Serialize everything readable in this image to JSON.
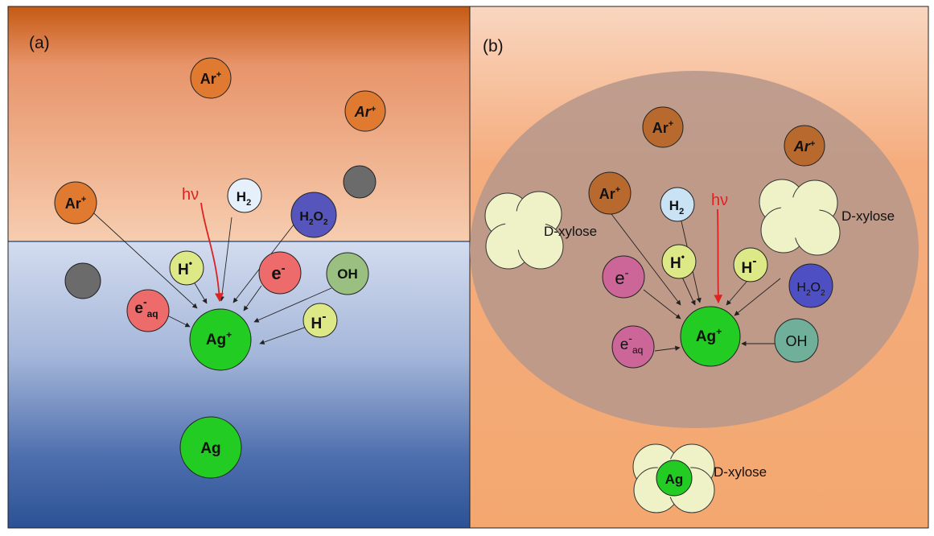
{
  "panel_a": {
    "label": "(a)",
    "species": {
      "ar_1": "Ar",
      "ar_2": "Ar",
      "ar_3": "Ar",
      "ar_charge": "+",
      "hv": "hν",
      "h2_base": "H",
      "h2_sub": "2",
      "h2o2_h": "H",
      "h2o2_sub1": "2",
      "h2o2_o": "O",
      "h2o2_sub2": "2",
      "h_radical": "H",
      "radical_dot": "•",
      "e_minus": "e",
      "minus": "-",
      "oh": "OH",
      "hydride": "H",
      "e_aq_base": "e",
      "e_aq_sub": "aq",
      "ag_ion": "Ag",
      "ag": "Ag"
    }
  },
  "panel_b": {
    "label": "(b)",
    "species": {
      "ar_1": "Ar",
      "ar_2": "Ar",
      "ar_3": "Ar",
      "ar_charge": "+",
      "hv": "hν",
      "h2_base": "H",
      "h2_sub": "2",
      "h2o2_h": "H",
      "h2o2_sub1": "2",
      "h2o2_o": "O",
      "h2o2_sub2": "2",
      "h_radical": "H",
      "radical_dot": "•",
      "e_minus": "e",
      "minus": "-",
      "oh": "OH",
      "hydride": "H",
      "e_aq_base": "e",
      "e_aq_sub": "aq",
      "ag_ion": "Ag",
      "ag": "Ag",
      "xylose_left": "D-xylose",
      "xylose_right": "D-xylose",
      "xylose_bottom": "D-xylose"
    }
  },
  "colors": {
    "argon": "#e07a30",
    "argon_dark": "#b8692e",
    "silver": "#22cc22",
    "gray_particle": "#6b6b6b",
    "h2o2": "#5555bb",
    "electron_a": "#ee6b6b",
    "electron_b": "#cc6699",
    "oh_a": "#99c080",
    "oh_b": "#70b09a",
    "h_species": "#dde886",
    "h2": "#e6f0fa",
    "xylose": "#eef2c6",
    "photon_arrow": "#dd2222"
  }
}
